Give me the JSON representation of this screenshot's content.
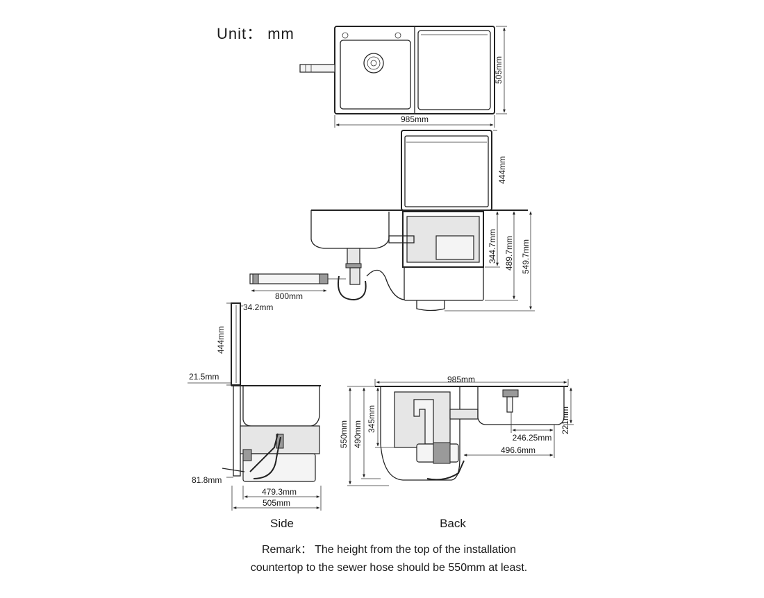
{
  "unit_label": "Unit： mm",
  "top_view": {
    "width_label": "985mm",
    "depth_label": "505mm"
  },
  "front_view": {
    "door_height_label": "444mm",
    "body_height_label": "344.7mm",
    "total_height_label": "489.7mm",
    "overall_height_label": "549.7mm",
    "drain_hose_label": "800mm"
  },
  "side_view": {
    "name": "Side",
    "door_thickness_label": "34.2mm",
    "door_height_label": "444mm",
    "rim_label": "21.5mm",
    "outlet_label": "81.8mm",
    "inner_depth_label": "479.3mm",
    "depth_label": "505mm"
  },
  "back_view": {
    "name": "Back",
    "width_label": "985mm",
    "height_550_label": "550mm",
    "height_490_label": "490mm",
    "height_345_label": "345mm",
    "rim_height_label": "221mm",
    "drain_offset_label": "246.25mm",
    "outlet_offset_label": "496.6mm"
  },
  "remark": {
    "line1": "Remark： The height from the top of the installation",
    "line2": "countertop to the sewer hose should be 550mm at least."
  }
}
